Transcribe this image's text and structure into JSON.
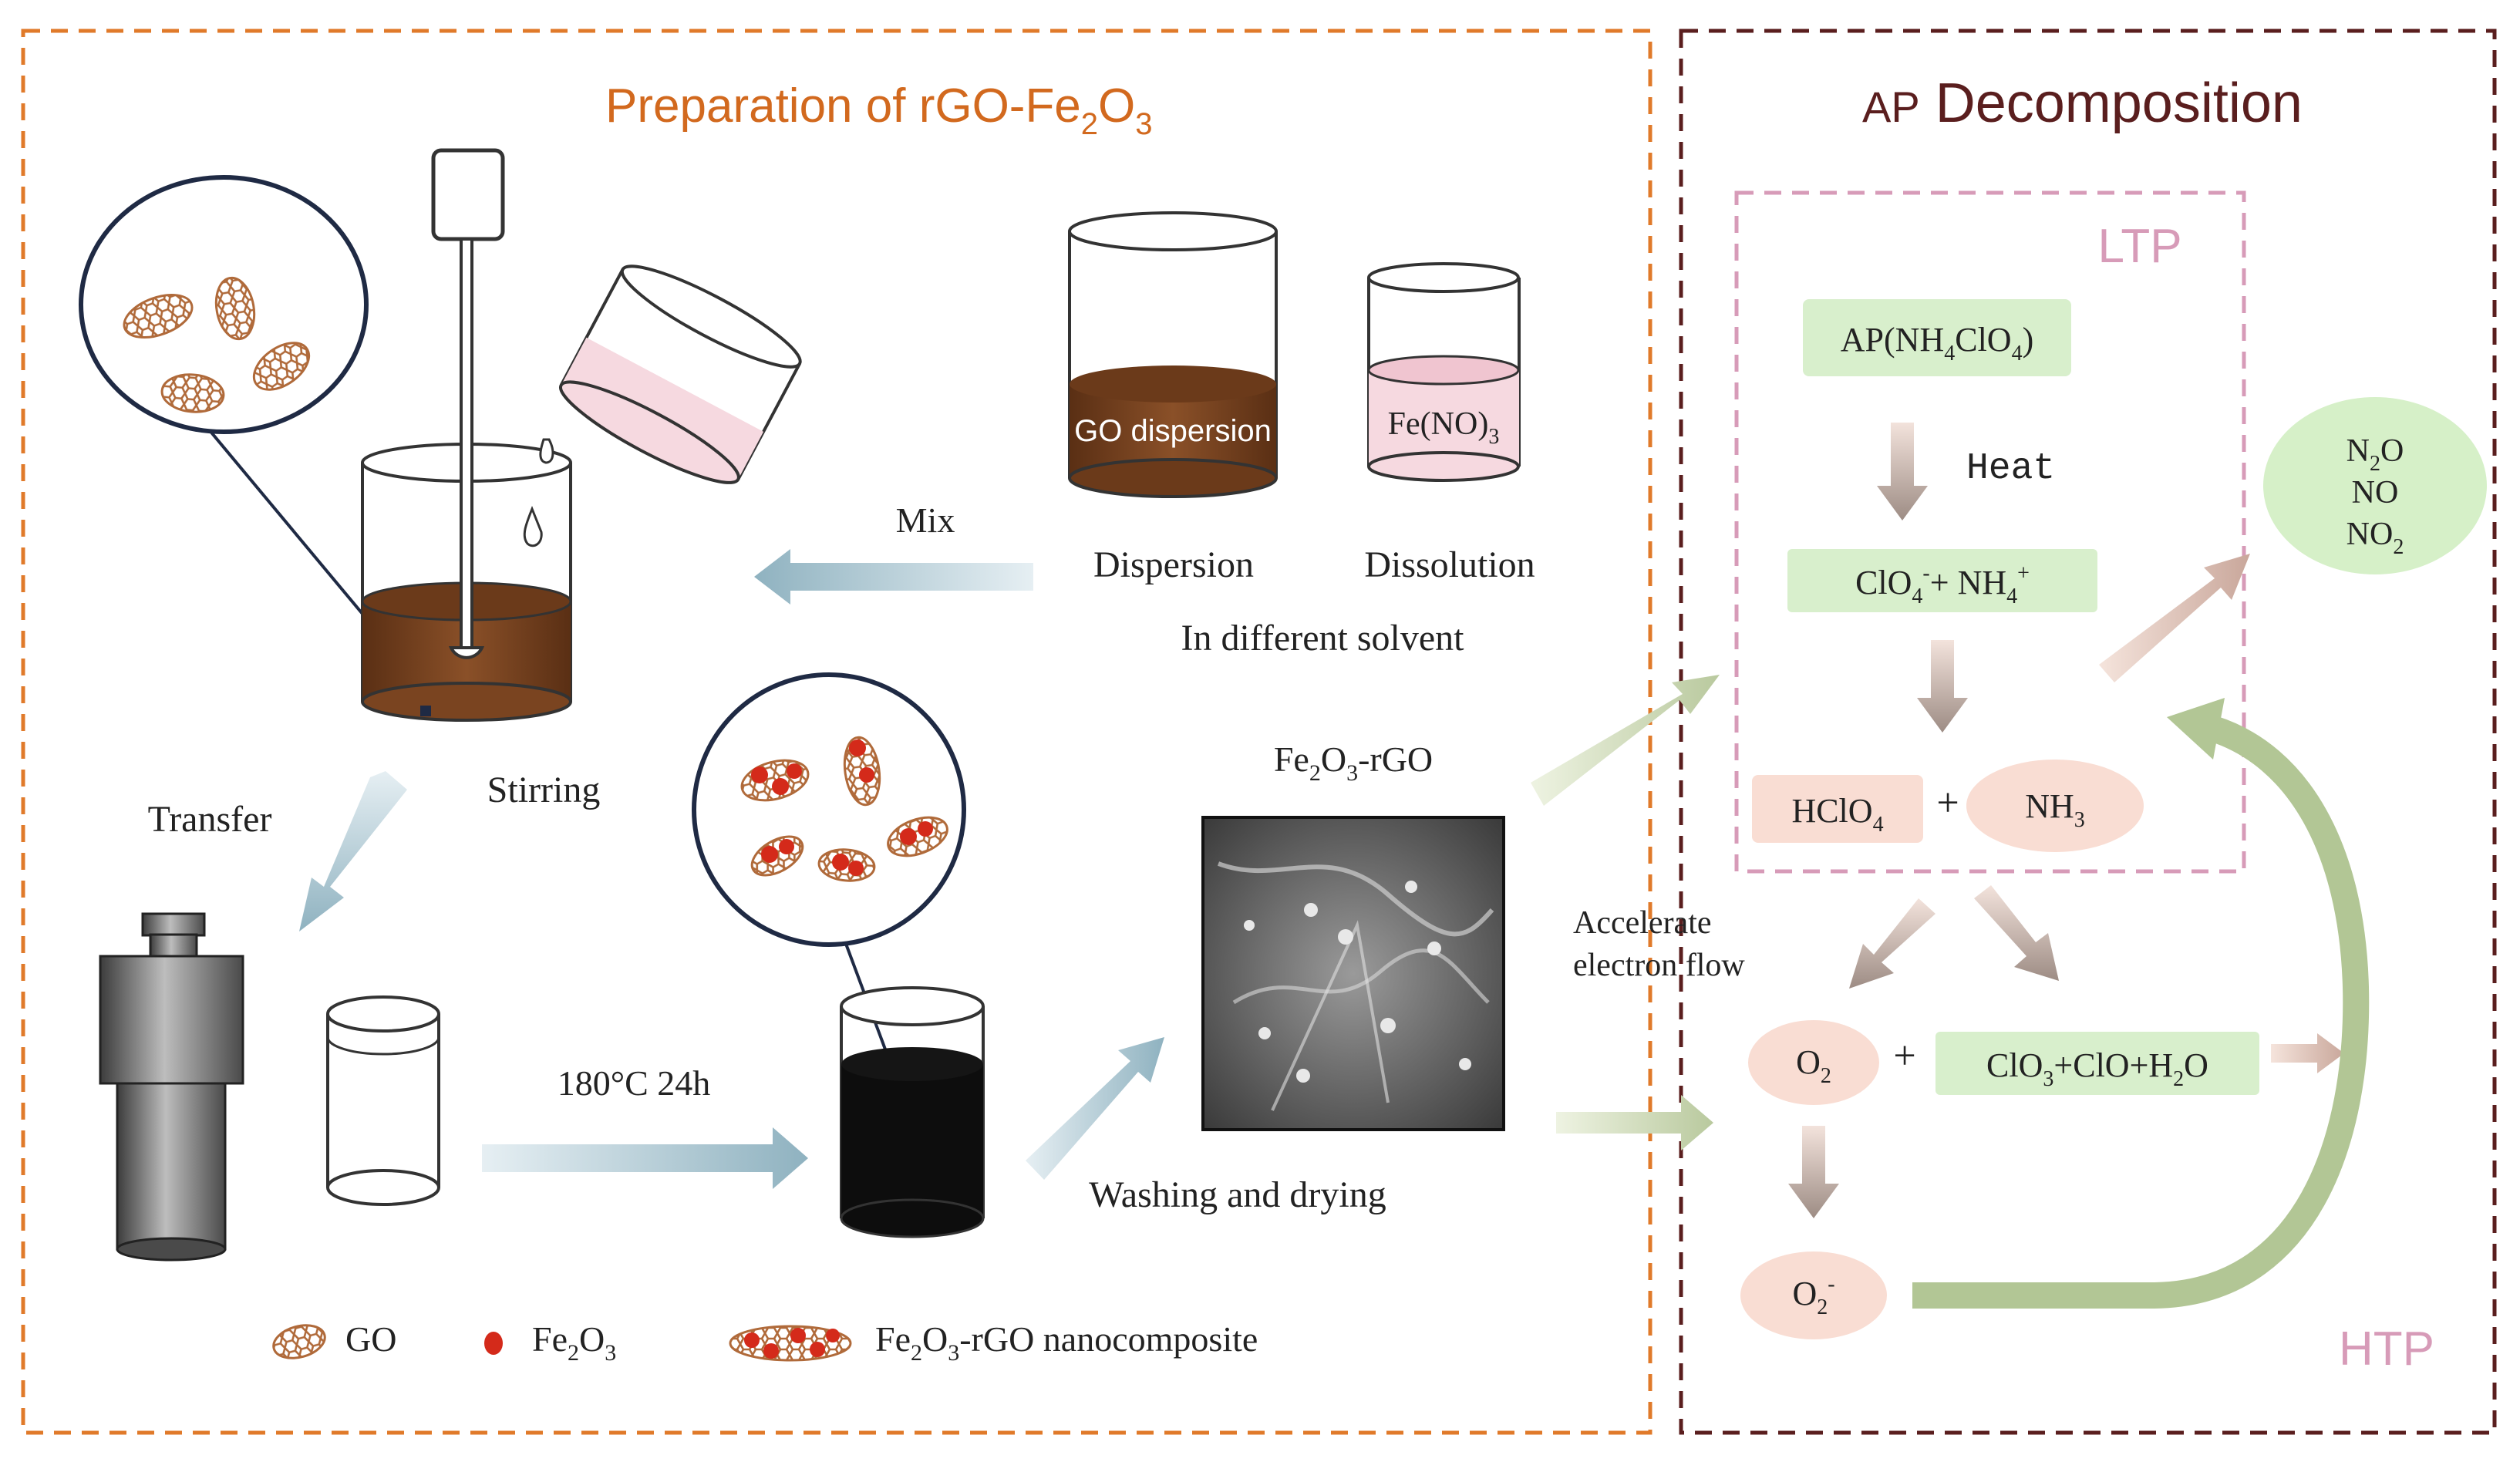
{
  "left_panel": {
    "title_main": "Preparation of rGO-Fe",
    "title_sub1": "2",
    "title_mid": "O",
    "title_sub2": "3",
    "mix": "Mix",
    "dispersion": "Dispersion",
    "dissolution": "Dissolution",
    "different_solvent": "In different solvent",
    "go_dispersion": "GO dispersion",
    "fe_no3_main": "Fe(NO)",
    "fe_no3_sub": "3",
    "transfer": "Transfer",
    "stirring": "Stirring",
    "condition": "180°C 24h",
    "washing": "Washing and drying",
    "sem_label": {
      "a": "Fe",
      "s1": "2",
      "b": "O",
      "s2": "3",
      "c": "-rGO"
    },
    "legend": {
      "go": "GO",
      "fe2o3": {
        "a": "Fe",
        "s1": "2",
        "b": "O",
        "s2": "3"
      },
      "composite": {
        "a": "Fe",
        "s1": "2",
        "b": "O",
        "s2": "3",
        "c": "-rGO nanocomposite"
      }
    }
  },
  "right_panel": {
    "title_ap": "AP",
    "title_rest": " Decomposition",
    "ltp": "LTP",
    "htp": "HTP",
    "ap_formula": {
      "a": "AP(NH",
      "s1": "4",
      "b": "ClO",
      "s2": "4",
      "c": ")"
    },
    "heat": "Heat",
    "ions": {
      "a": "ClO",
      "sub": "4",
      "sup1": "-",
      "b": "+ NH",
      "sub2": "4",
      "sup2": "+"
    },
    "hclo4": {
      "a": "HClO",
      "s": "4"
    },
    "plus": "+",
    "nh3": {
      "a": "NH",
      "s": "3"
    },
    "gases": {
      "n2o": {
        "a": "N",
        "s": "2",
        "b": "O"
      },
      "no": "NO",
      "no2": {
        "a": "NO",
        "s": "2"
      }
    },
    "accelerate_1": "Accelerate",
    "accelerate_2": "electron flow",
    "o2": {
      "a": "O",
      "s": "2"
    },
    "products": {
      "a": "ClO",
      "s1": "3",
      "b": "+ClO+H",
      "s2": "2",
      "c": "O"
    },
    "o2_minus": {
      "a": "O",
      "s": "2",
      "sup": "-"
    }
  },
  "colors": {
    "left_border": "#e07a2a",
    "right_border": "#5a1e1e",
    "ltp_border": "#d79bb8",
    "green_box": "#d8efcc",
    "pink_ellipse": "#f9ddd3",
    "gas_ellipse": "#d6f0c8",
    "arrow_blue": "#a8c4cf",
    "arrow_rose": "#c9a79b",
    "arrow_green": "#a9bd8d",
    "go_brown": "#b06a3a",
    "fe2o3_red": "#d42a1a"
  }
}
